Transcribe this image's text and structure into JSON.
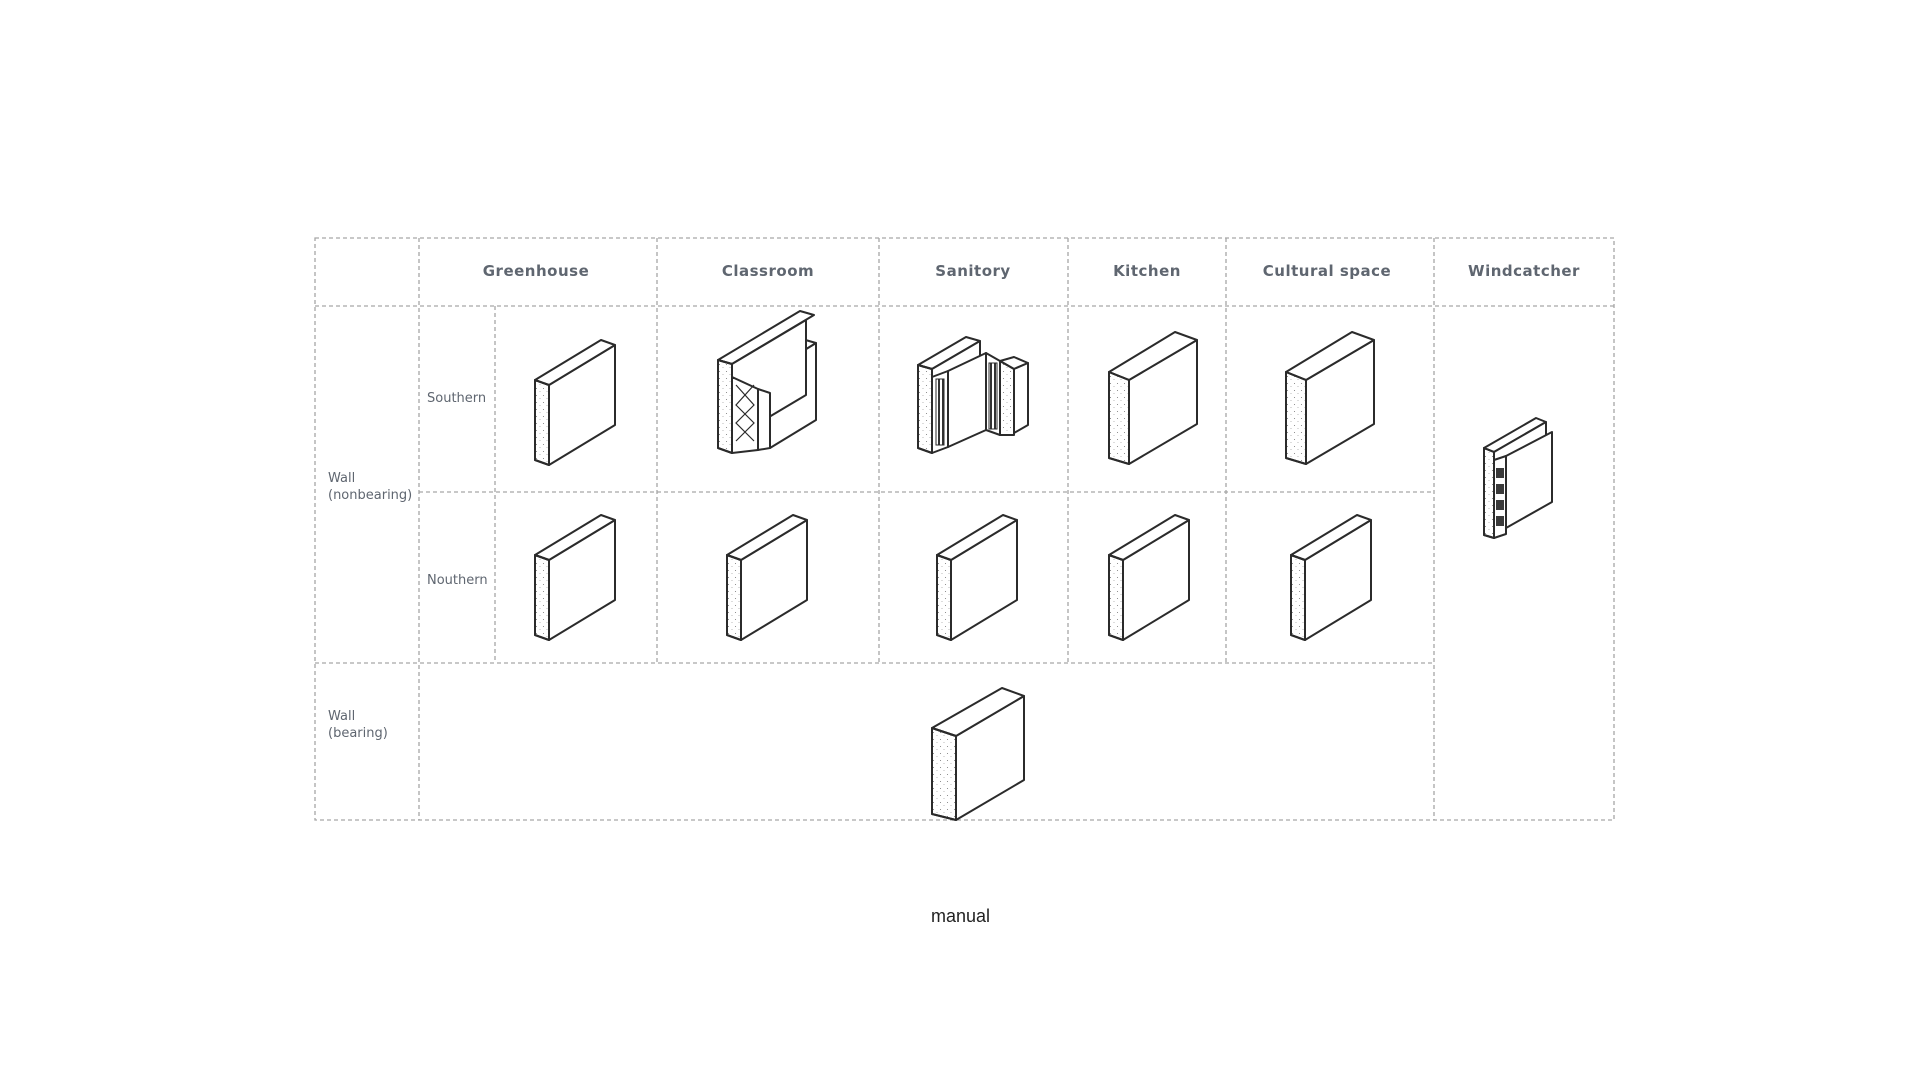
{
  "columns": [
    "Greenhouse",
    "Classroom",
    "Sanitory",
    "Kitchen",
    "Cultural space",
    "Windcatcher"
  ],
  "rows": {
    "wall_nonbearing": "Wall\n(nonbearing)",
    "wall_bearing": "Wall\n(bearing)",
    "southern": "Southern",
    "northern": "Nouthern"
  },
  "caption": "manual",
  "icons": {
    "southern": [
      "simple-wall-icon",
      "double-layer-insulated-wall-icon",
      "multi-layer-wall-icon",
      "simple-wall-icon",
      "simple-wall-icon"
    ],
    "northern": [
      "simple-wall-icon",
      "simple-wall-icon",
      "simple-wall-icon",
      "simple-wall-icon",
      "simple-wall-icon"
    ],
    "windcatcher": "windcatcher-wall-icon",
    "bearing": "bearing-wall-icon"
  }
}
